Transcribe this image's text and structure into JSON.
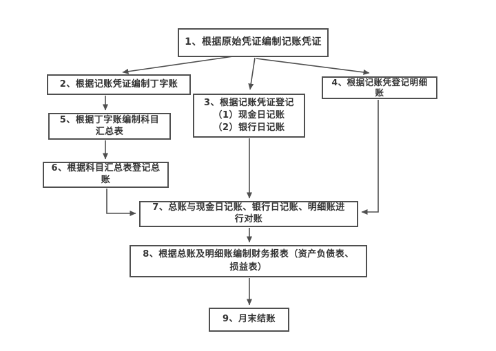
{
  "diagram": {
    "type": "flowchart",
    "description": "Accounting bookkeeping procedure flowchart",
    "colors": {
      "background": "#ffffff",
      "node_border": "#4f4f4f",
      "node_fill": "#ffffff",
      "text": "#333333",
      "arrow": "#4f4f4f"
    },
    "nodes": [
      {
        "id": "1",
        "label": "1、根据原始凭证编制记账凭证"
      },
      {
        "id": "2",
        "label": "2、根据记账凭证编制丁字账"
      },
      {
        "id": "3",
        "label": "3、根据记账凭证登记\n（1）现金日记账\n（2）银行日记账"
      },
      {
        "id": "4",
        "label": "4、根据记账凭登记明细\n账"
      },
      {
        "id": "5",
        "label": "5、根据丁字账编制科目\n汇总表"
      },
      {
        "id": "6",
        "label": "6、根据科目汇总表登记总\n账"
      },
      {
        "id": "7",
        "label": "7、总账与现金日记账、银行日记账、明细账进\n行对账"
      },
      {
        "id": "8",
        "label": "8、根据总账及明细账编制财务报表（资产负债表、\n损益表）"
      },
      {
        "id": "9",
        "label": "9、月末结账"
      }
    ],
    "edges": [
      {
        "from": "1",
        "to": "2"
      },
      {
        "from": "1",
        "to": "3"
      },
      {
        "from": "1",
        "to": "4"
      },
      {
        "from": "2",
        "to": "5"
      },
      {
        "from": "5",
        "to": "6"
      },
      {
        "from": "6",
        "to": "7"
      },
      {
        "from": "3",
        "to": "7"
      },
      {
        "from": "4",
        "to": "7"
      },
      {
        "from": "7",
        "to": "8"
      },
      {
        "from": "8",
        "to": "9"
      }
    ]
  }
}
